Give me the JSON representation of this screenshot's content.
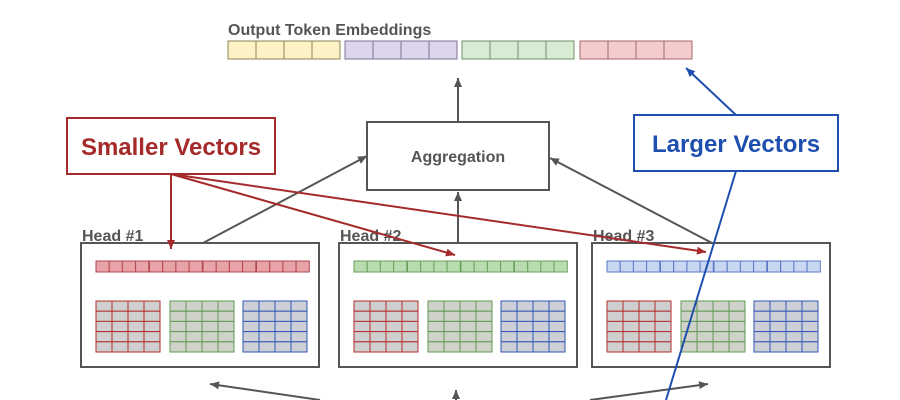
{
  "title": "Output Token Embeddings",
  "aggregation": "Aggregation",
  "callouts": {
    "smaller": "Smaller Vectors",
    "larger": "Larger Vectors"
  },
  "heads": [
    {
      "label": "Head #1",
      "color": "#e8a3a8",
      "stroke": "#b2474f"
    },
    {
      "label": "Head #2",
      "color": "#b8dcb0",
      "stroke": "#6a9f5e"
    },
    {
      "label": "Head #3",
      "color": "#c9d6f2",
      "stroke": "#5b78c4"
    }
  ],
  "embedding_colors": [
    {
      "fill": "#fdf2c6",
      "stroke": "#8a8457"
    },
    {
      "fill": "#ddd5ec",
      "stroke": "#7d7497"
    },
    {
      "fill": "#d7ecd3",
      "stroke": "#6f8f69"
    },
    {
      "fill": "#f5ccce",
      "stroke": "#a0686c"
    }
  ],
  "matrix_colors": {
    "q": {
      "fill": "#cfcfcf",
      "stroke": "#b22e2e"
    },
    "k": {
      "fill": "#cfd2c8",
      "stroke": "#5f9a52"
    },
    "v": {
      "fill": "#cdcfd6",
      "stroke": "#3357b5"
    }
  },
  "colors": {
    "red": "#a52a2a",
    "blue": "#1f4fae",
    "gray": "#555555"
  }
}
